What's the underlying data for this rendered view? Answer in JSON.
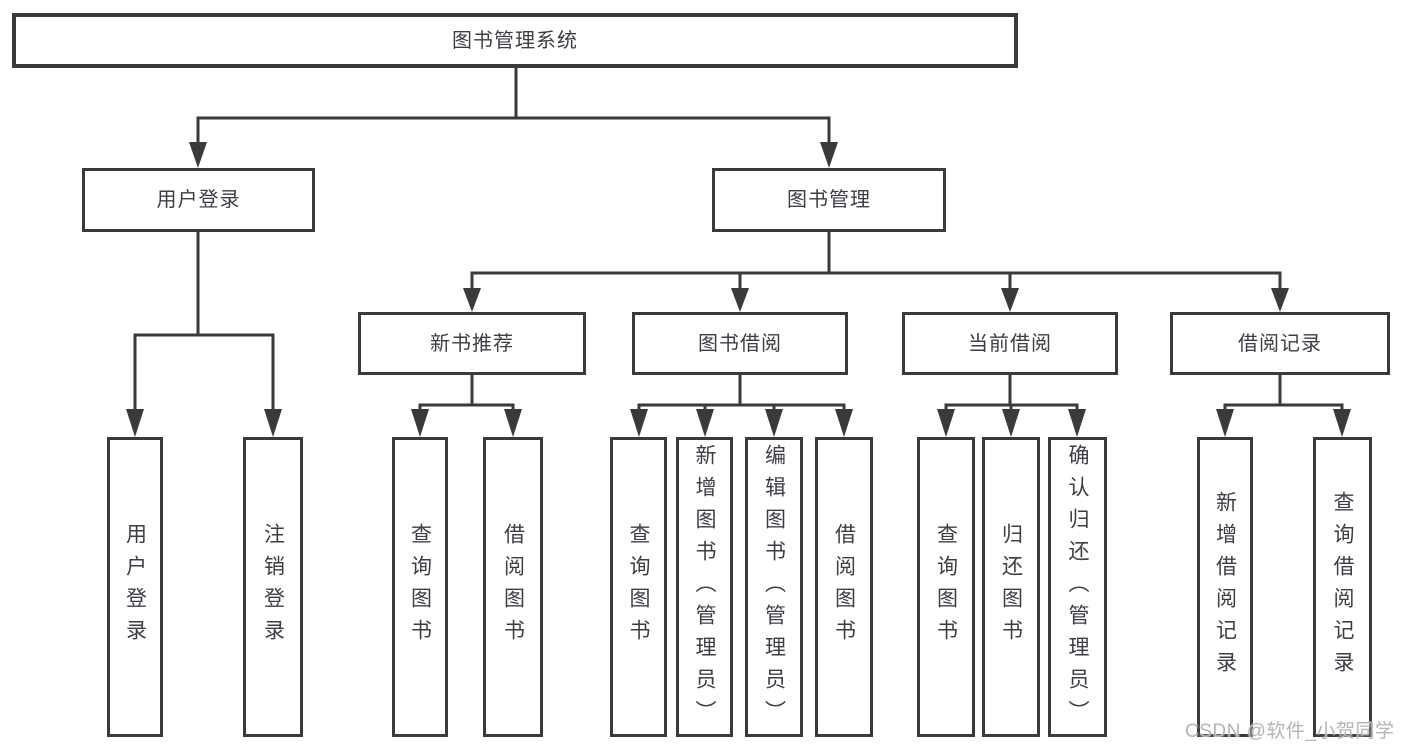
{
  "colors": {
    "line": "#3a3a3a",
    "text": "#3d3e44",
    "watermark": "#b4b4b4",
    "bg": "#ffffff"
  },
  "watermark": "CSDN @软件_小贺同学",
  "tree": {
    "label": "图书管理系统",
    "children": [
      {
        "label": "用户登录",
        "children": [
          {
            "label": "用户登录"
          },
          {
            "label": "注销登录"
          }
        ]
      },
      {
        "label": "图书管理",
        "children": [
          {
            "label": "新书推荐",
            "children": [
              {
                "label": "查询图书"
              },
              {
                "label": "借阅图书"
              }
            ]
          },
          {
            "label": "图书借阅",
            "children": [
              {
                "label": "查询图书"
              },
              {
                "label": "新增图书（管理员）"
              },
              {
                "label": "编辑图书（管理员）"
              },
              {
                "label": "借阅图书"
              }
            ]
          },
          {
            "label": "当前借阅",
            "children": [
              {
                "label": "查询图书"
              },
              {
                "label": "归还图书"
              },
              {
                "label": "确认归还（管理员）"
              }
            ]
          },
          {
            "label": "借阅记录",
            "children": [
              {
                "label": "新增借阅记录"
              },
              {
                "label": "查询借阅记录"
              }
            ]
          }
        ]
      }
    ]
  }
}
